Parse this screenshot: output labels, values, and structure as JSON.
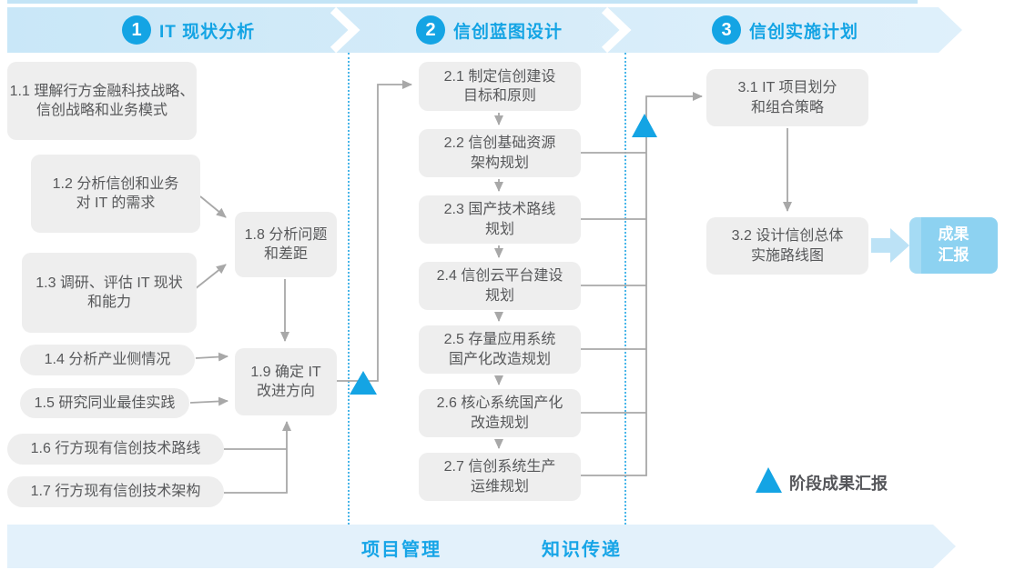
{
  "colors": {
    "accent_blue": "#14A4E4",
    "banner_light_blue": "#CDE8F8",
    "bottom_banner_blue": "#E3F1FB",
    "box_gray": "#EEEEEE",
    "box_text_gray": "#57585A",
    "connector_gray": "#A8A8A8",
    "report_box_blue": "#8DD2F1",
    "report_arrow_blue": "#BCE2F6"
  },
  "phases": [
    {
      "number": "1",
      "title": "IT 现状分析"
    },
    {
      "number": "2",
      "title": "信创蓝图设计"
    },
    {
      "number": "3",
      "title": "信创实施计划"
    }
  ],
  "boxes": {
    "b1_1": {
      "l1": "1.1 理解行方金融科技战略、",
      "l2": "信创战略和业务模式"
    },
    "b1_2": {
      "l1": "1.2 分析信创和业务",
      "l2": "对 IT 的需求"
    },
    "b1_3": {
      "l1": "1.3 调研、评估 IT 现状",
      "l2": "和能力"
    },
    "b1_4": {
      "l1": "1.4 分析产业侧情况"
    },
    "b1_5": {
      "l1": "1.5 研究同业最佳实践"
    },
    "b1_6": {
      "l1": "1.6 行方现有信创技术路线"
    },
    "b1_7": {
      "l1": "1.7 行方现有信创技术架构"
    },
    "b1_8": {
      "l1": "1.8 分析问题",
      "l2": "和差距"
    },
    "b1_9": {
      "l1": "1.9 确定 IT",
      "l2": "改进方向"
    },
    "b2_1": {
      "l1": "2.1 制定信创建设",
      "l2": "目标和原则"
    },
    "b2_2": {
      "l1": "2.2 信创基础资源",
      "l2": "架构规划"
    },
    "b2_3": {
      "l1": "2.3 国产技术路线",
      "l2": "规划"
    },
    "b2_4": {
      "l1": "2.4 信创云平台建设",
      "l2": "规划"
    },
    "b2_5": {
      "l1": "2.5 存量应用系统",
      "l2": "国产化改造规划"
    },
    "b2_6": {
      "l1": "2.6 核心系统国产化",
      "l2": "改造规划"
    },
    "b2_7": {
      "l1": "2.7 信创系统生产",
      "l2": "运维规划"
    },
    "b3_1": {
      "l1": "3.1 IT 项目划分",
      "l2": "和组合策略"
    },
    "b3_2": {
      "l1": "3.2 设计信创总体",
      "l2": "实施路线图"
    }
  },
  "report_box": {
    "l1": "成果",
    "l2": "汇报"
  },
  "legend": {
    "label": "阶段成果汇报"
  },
  "bottom": {
    "left_label": "项目管理",
    "right_label": "知识传递"
  }
}
